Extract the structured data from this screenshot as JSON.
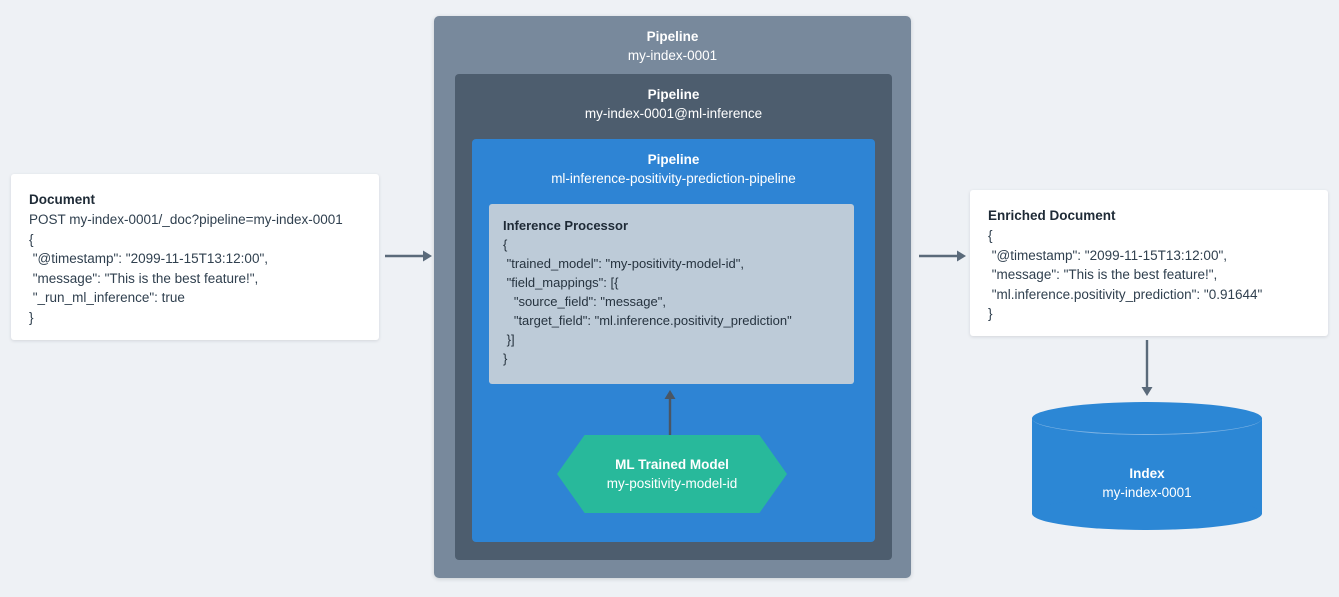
{
  "page": {
    "background_color": "#eef1f5",
    "arrow_color": "#5a6a7a"
  },
  "document_card": {
    "title": "Document",
    "lines": [
      "POST my-index-0001/_doc?pipeline=my-index-0001",
      "{",
      " \"@timestamp\": \"2099-11-15T13:12:00\",",
      " \"message\": \"This is the best feature!\",",
      " \"_run_ml_inference\": true",
      "}"
    ]
  },
  "pipelines": {
    "outer": {
      "kind": "Pipeline",
      "name": "my-index-0001",
      "color": "#78899c"
    },
    "middle": {
      "kind": "Pipeline",
      "name": "my-index-0001@ml-inference",
      "color": "#4d5d6e"
    },
    "inner": {
      "kind": "Pipeline",
      "name": "ml-inference-positivity-prediction-pipeline",
      "color": "#2e84d4"
    }
  },
  "inference_processor": {
    "title": "Inference Processor",
    "background_color": "#bdcbd8",
    "lines": [
      "{",
      " \"trained_model\": \"my-positivity-model-id\",",
      " \"field_mappings\": [{",
      "   \"source_field\": \"message\",",
      "   \"target_field\": \"ml.inference.positivity_prediction\"",
      " }]",
      "}"
    ]
  },
  "ml_model": {
    "kind": "ML Trained Model",
    "name": "my-positivity-model-id",
    "color": "#28b99b"
  },
  "enriched_document_card": {
    "title": "Enriched Document",
    "lines": [
      "{",
      " \"@timestamp\": \"2099-11-15T13:12:00\",",
      " \"message\": \"This is the best feature!\",",
      " \"ml.inference.positivity_prediction\": \"0.91644\"",
      "}"
    ]
  },
  "index": {
    "kind": "Index",
    "name": "my-index-0001",
    "color": "#2c87d5"
  }
}
